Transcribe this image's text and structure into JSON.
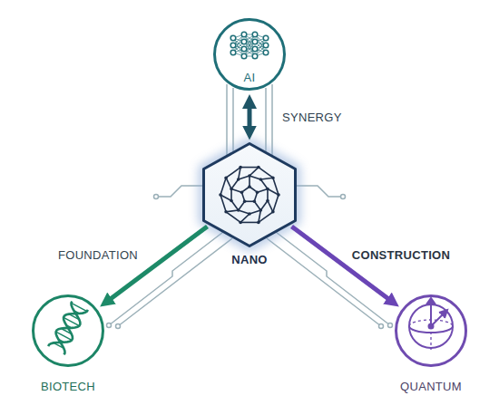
{
  "diagram": {
    "nodes": [
      {
        "text": [
          "AI"
        ]
      },
      {
        "text": [
          "NANO"
        ]
      },
      {
        "text": [
          "BIOTECH"
        ]
      },
      {
        "text": [
          "QUANTUM"
        ]
      }
    ],
    "edges": [
      {
        "from": 0,
        "to": 1,
        "arrow": "both",
        "label": "SYNERGY"
      },
      {
        "from": 1,
        "to": 2,
        "arrow": "to",
        "label": "FOUNDATION"
      },
      {
        "from": 1,
        "to": 3,
        "arrow": "to",
        "label": "CONSTRUCTION"
      }
    ]
  }
}
